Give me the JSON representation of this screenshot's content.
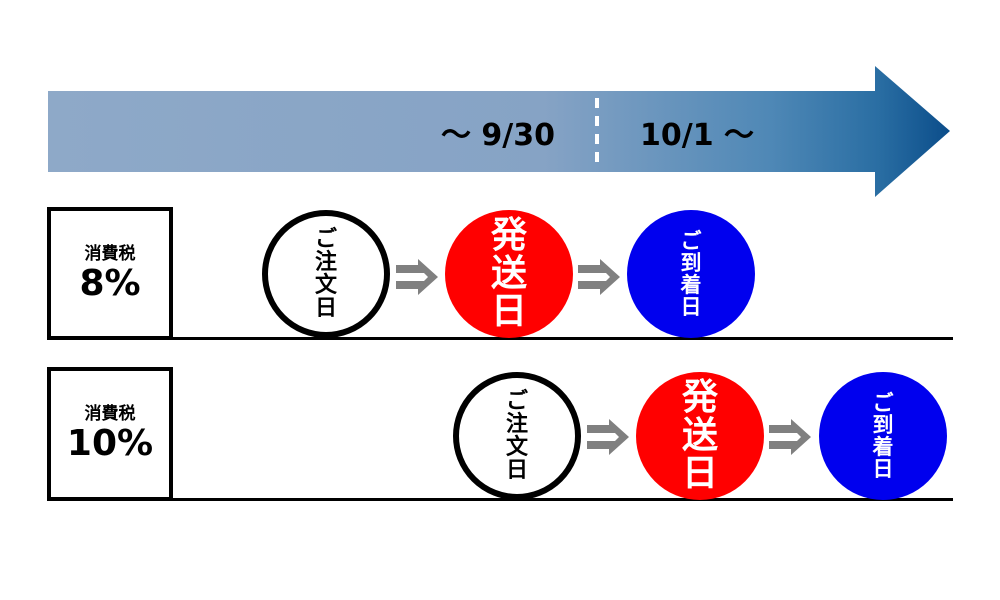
{
  "timeline": {
    "before_label": "～ 9/30",
    "after_label": "10/1 ～",
    "gradient": [
      "#8ea9c8",
      "#7c9cc0",
      "#2a6ea3",
      "#0b4d8a"
    ]
  },
  "rows": [
    {
      "tax_label": "消費税",
      "rate": "8%",
      "steps": [
        {
          "kind": "order",
          "chars": [
            "ご",
            "注",
            "文",
            "日"
          ]
        },
        {
          "kind": "ship",
          "chars": [
            "発",
            "送",
            "日"
          ]
        },
        {
          "kind": "arrive",
          "chars": [
            "ご",
            "到",
            "着",
            "日"
          ]
        }
      ]
    },
    {
      "tax_label": "消費税",
      "rate": "10%",
      "steps": [
        {
          "kind": "order",
          "chars": [
            "ご",
            "注",
            "文",
            "日"
          ]
        },
        {
          "kind": "ship",
          "chars": [
            "発",
            "送",
            "日"
          ]
        },
        {
          "kind": "arrive",
          "chars": [
            "ご",
            "到",
            "着",
            "日"
          ]
        }
      ]
    }
  ],
  "colors": {
    "ship": "#ff0000",
    "arrive": "#0000ee",
    "flow_arrow": "#808080"
  }
}
